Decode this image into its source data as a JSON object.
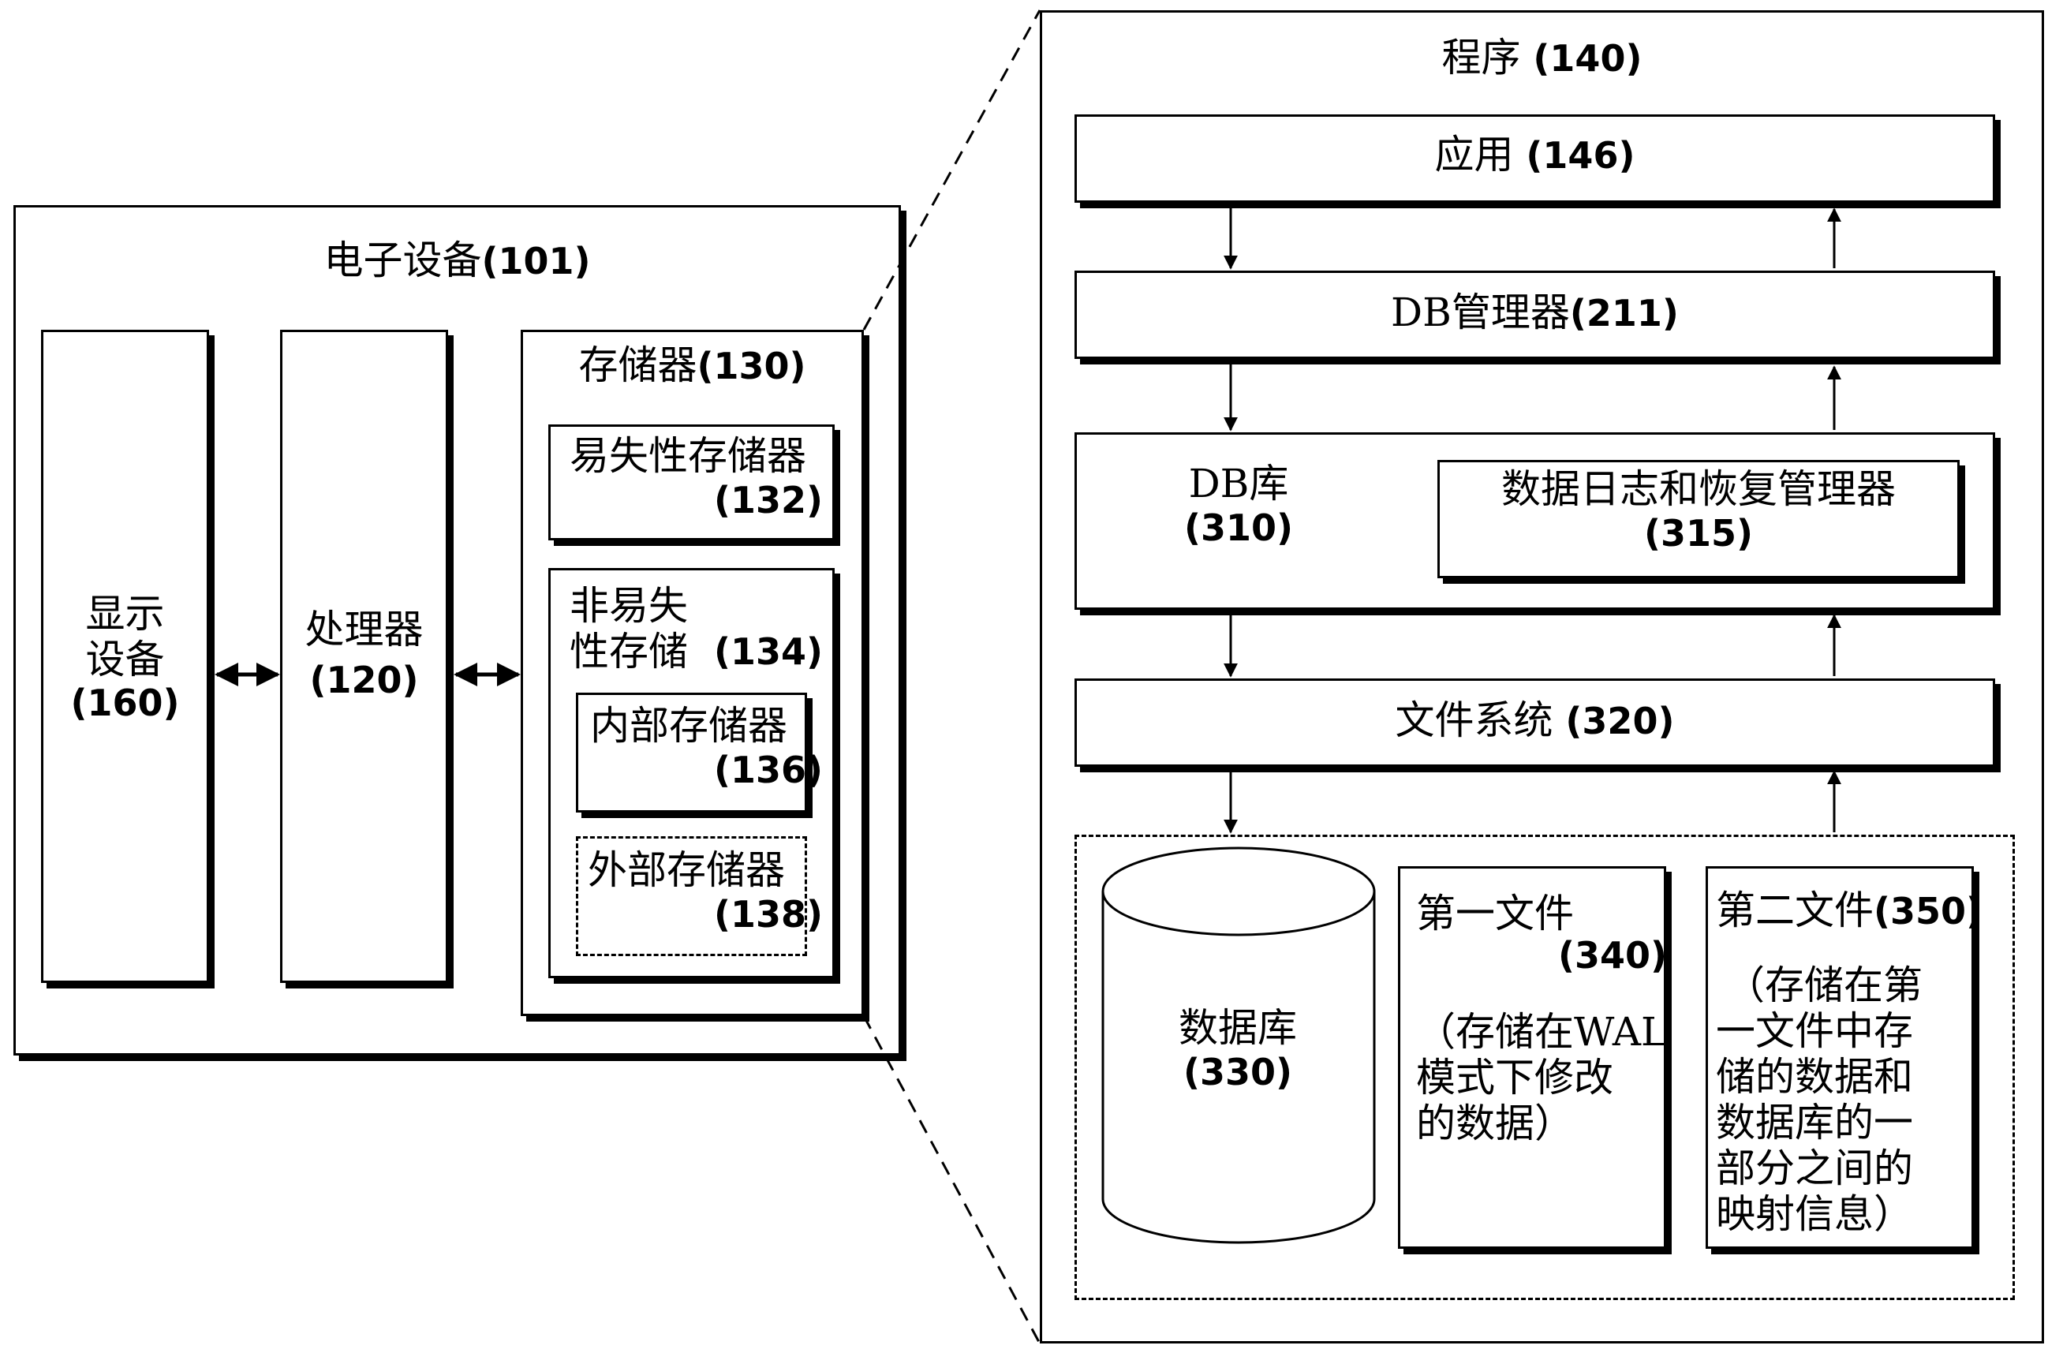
{
  "device": {
    "label": "电子设备",
    "num": "(101)"
  },
  "display": {
    "line1": "显示",
    "line2": "设备",
    "num": "(160)"
  },
  "processor": {
    "label": "处理器",
    "num": "(120)"
  },
  "memory": {
    "label": "存储器",
    "num": "(130)"
  },
  "volatile": {
    "label": "易失性存储器",
    "num": "(132)"
  },
  "nonvolatile": {
    "line1": "非易失",
    "line2": "性存储",
    "num": "(134)"
  },
  "internal": {
    "label": "内部存储器",
    "num": "(136)"
  },
  "external": {
    "label": "外部存储器",
    "num": "(138)"
  },
  "program": {
    "label": "程序",
    "num": "(140)"
  },
  "application": {
    "label": "应用",
    "num": "(146)"
  },
  "db_manager": {
    "label": "DB管理器",
    "num": "(211)"
  },
  "db_library": {
    "label": "DB库",
    "num": "(310)"
  },
  "log_recovery": {
    "label": "数据日志和恢复管理器",
    "num": "(315)"
  },
  "file_system": {
    "label": "文件系统",
    "num": "(320)"
  },
  "database": {
    "label": "数据库",
    "num": "(330)"
  },
  "first_file": {
    "label": "第一文件",
    "num": "(340)",
    "desc": [
      "（存储在WAL",
      "模式下修改",
      "的数据）"
    ]
  },
  "second_file": {
    "label": "第二文件",
    "num": "(350)",
    "desc": [
      "（存储在第",
      "一文件中存",
      "储的数据和",
      "数据库的一",
      "部分之间的",
      "映射信息）"
    ]
  }
}
